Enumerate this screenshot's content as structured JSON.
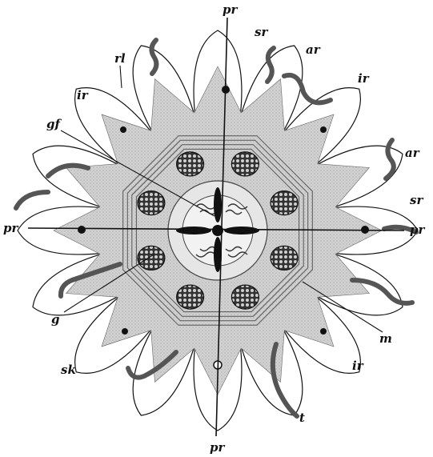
{
  "labels": {
    "pr_top": "pr",
    "pr_bottom": "pr",
    "pr_left": "pr",
    "pr_right": "pr",
    "sr_top": "sr",
    "sr_right": "sr",
    "ar_top": "ar",
    "ar_right": "ar",
    "ir_top_right": "ir",
    "ir_top_left": "ir",
    "ir_bottom_right": "ir",
    "rl": "rl",
    "gf": "gf",
    "g": "g",
    "sk": "sk",
    "m": "m",
    "t": "t"
  },
  "colors": {
    "ink": "#111111",
    "body_fill": "#cfcfcf",
    "paper": "#ffffff",
    "gonad_fill": "#3a3a3a"
  }
}
